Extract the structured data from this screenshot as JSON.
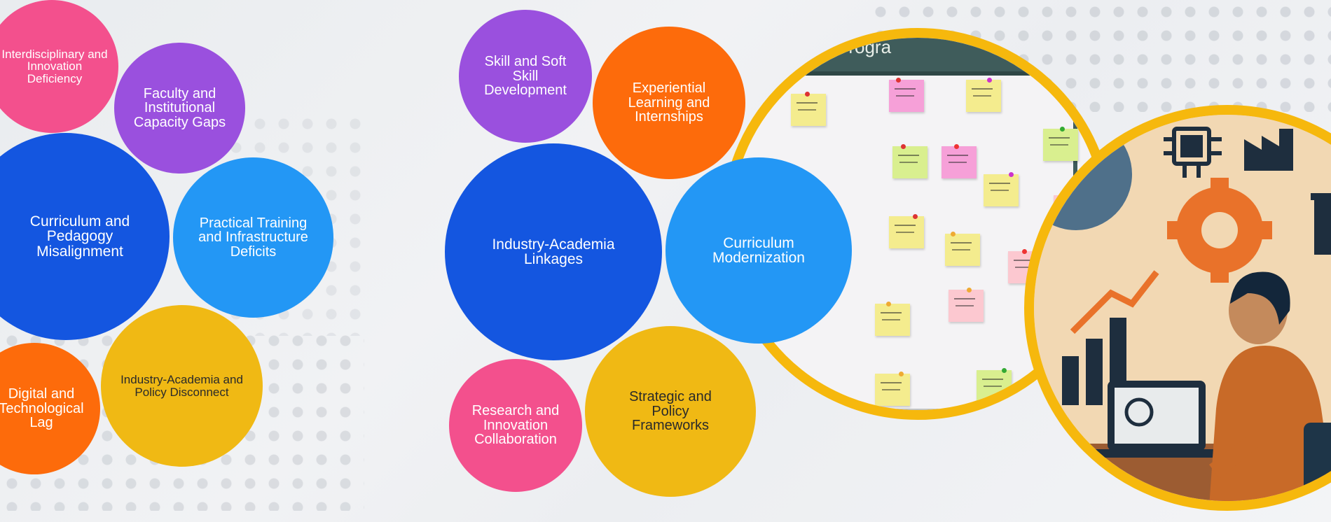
{
  "left_cluster": {
    "interdisciplinary": "Interdisciplinary and Innovation Deficiency",
    "faculty": "Faculty and Institutional Capacity Gaps",
    "curriculum_pedagogy": "Curriculum and Pedagogy Misalignment",
    "practical_training": "Practical Training and Infrastructure Deficits",
    "digital_lag": "Digital and Technological Lag",
    "policy_disconnect": "Industry-Academia and Policy Disconnect"
  },
  "right_cluster": {
    "skill_development": "Skill and Soft Skill Development",
    "experiential": "Experiential Learning and Internships",
    "linkages": "Industry-Academia Linkages",
    "modernization": "Curriculum Modernization",
    "research": "Research and Innovation Collaboration",
    "policy_frameworks": "Strategic and Policy Frameworks"
  },
  "colors": {
    "pink": "#f3508d",
    "purple": "#9a50de",
    "blue": "#1456e0",
    "sky": "#2397f5",
    "yellow": "#f0b914",
    "orange": "#fd6b0b",
    "ring": "#f6b80d"
  },
  "photos": {
    "board_heading_partial": "Progra",
    "board_note_icons": "sticky-notes",
    "illustration_icons": [
      "globe-icon",
      "chip-icon",
      "factory-icon",
      "gear-icon",
      "crane-icon",
      "bar-chart-icon",
      "trend-arrow-icon",
      "laptop-icon",
      "person-icon"
    ]
  }
}
